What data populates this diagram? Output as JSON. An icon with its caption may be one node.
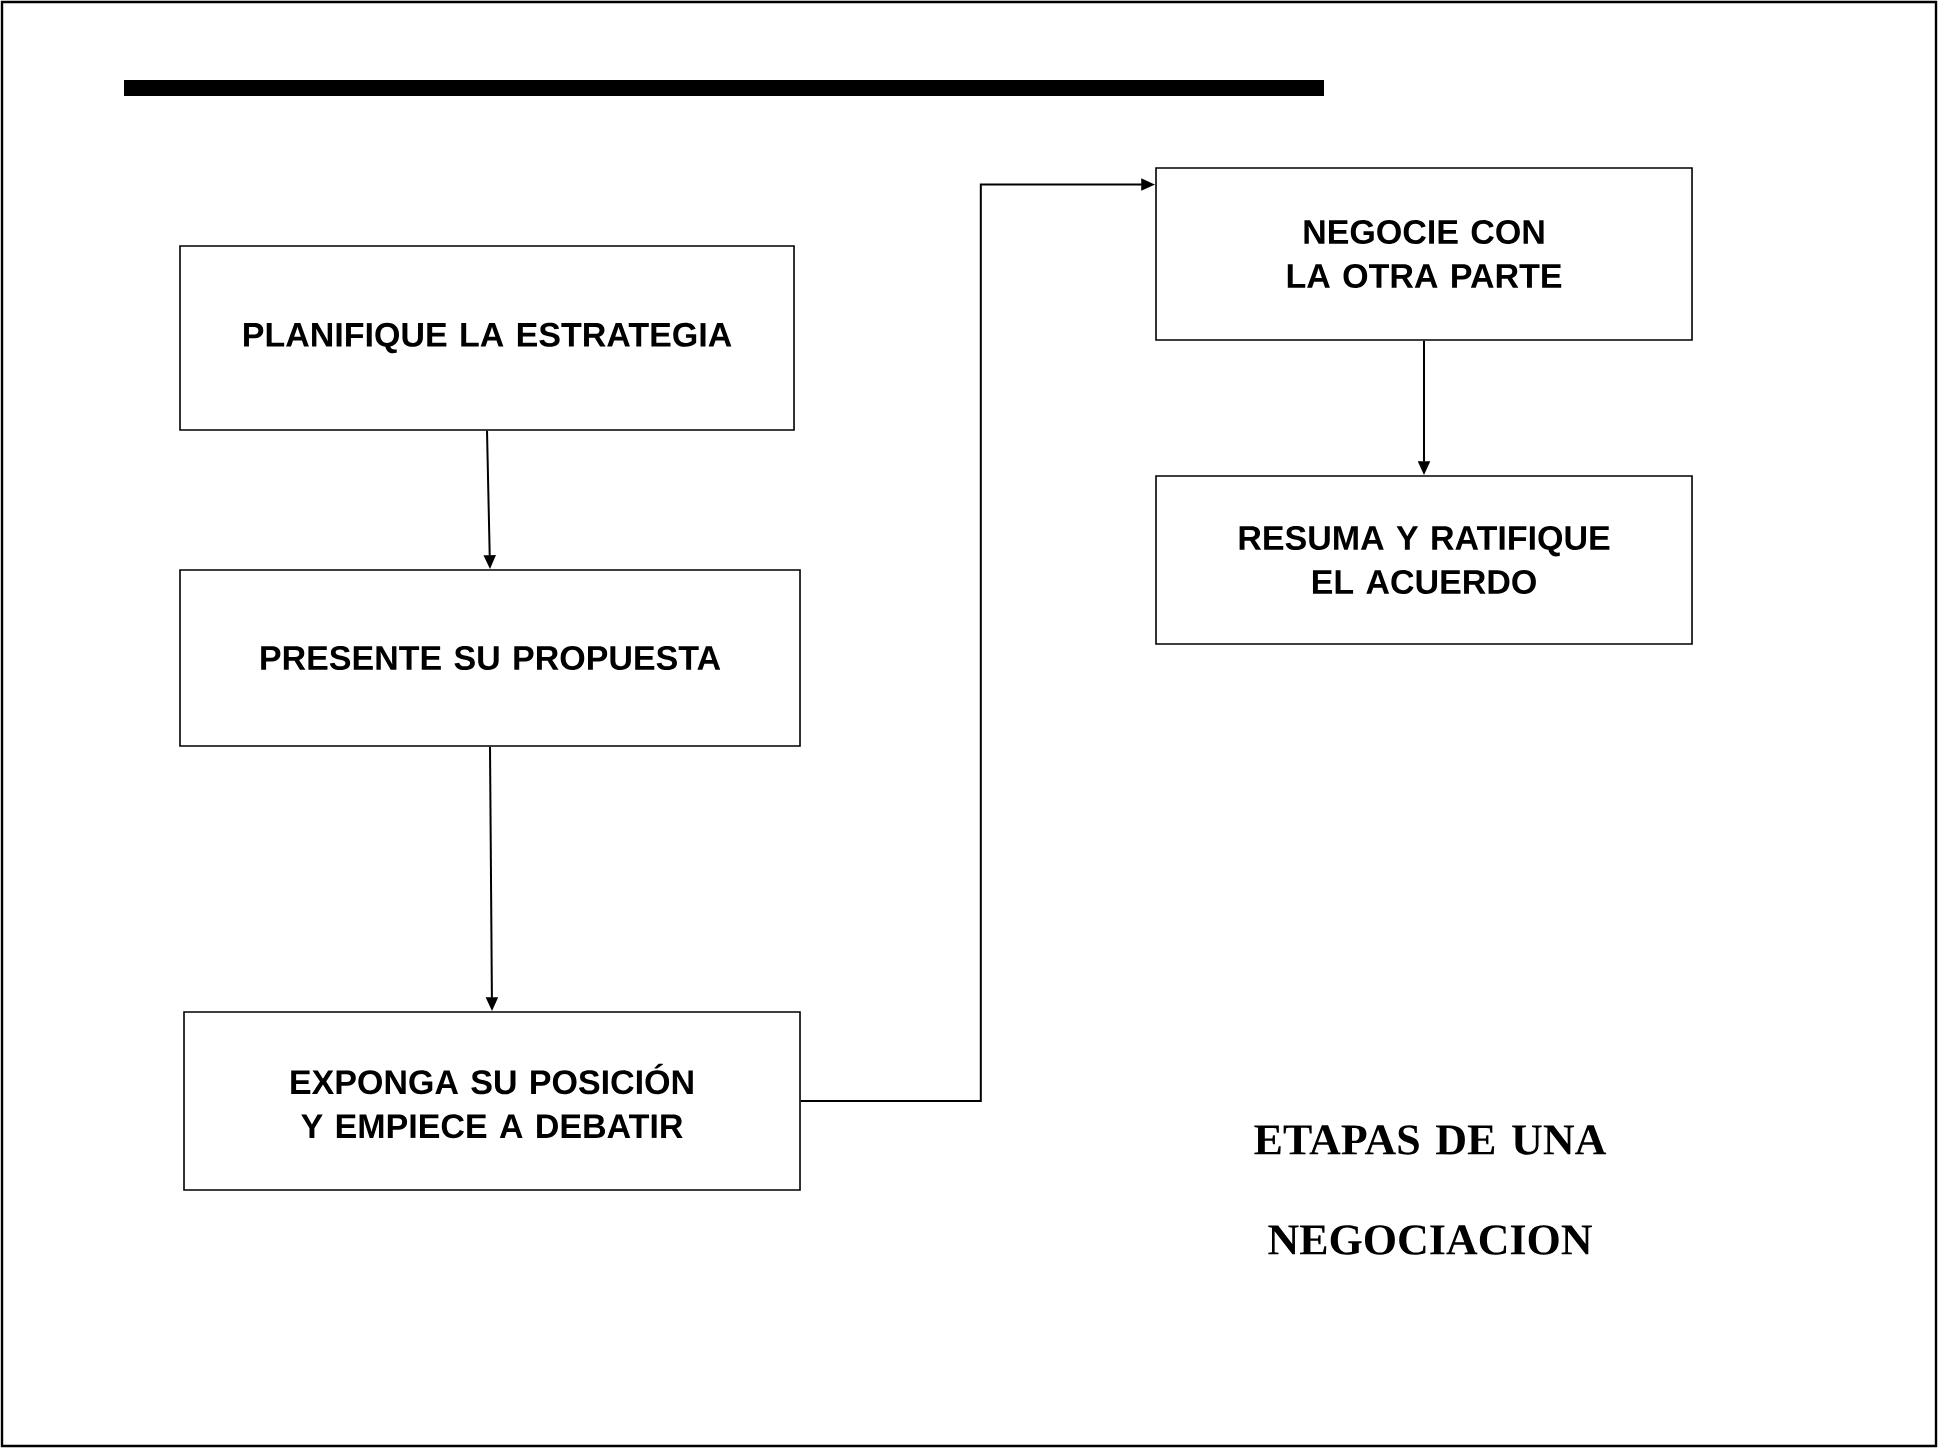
{
  "diagram": {
    "title": "ETAPAS DE UNA NEGOCIACION",
    "nodes": [
      {
        "text": [
          "PLANIFIQUE LA ESTRATEGIA"
        ]
      },
      {
        "text": [
          "PRESENTE SU PROPUESTA"
        ]
      },
      {
        "text": [
          "EXPONGA SU POSICIÓN Y EMPIECE A DEBATIR"
        ]
      },
      {
        "text": [
          "NEGOCIE CON LA OTRA PARTE"
        ]
      },
      {
        "text": [
          "RESUMA Y RATIFIQUE EL ACUERDO"
        ]
      }
    ],
    "edges": [
      {
        "from": 0,
        "to": 1,
        "arrow": "to"
      },
      {
        "from": 1,
        "to": 2,
        "arrow": "to"
      },
      {
        "from": 2,
        "to": 3,
        "arrow": "to"
      },
      {
        "from": 3,
        "to": 4,
        "arrow": "to"
      }
    ]
  }
}
